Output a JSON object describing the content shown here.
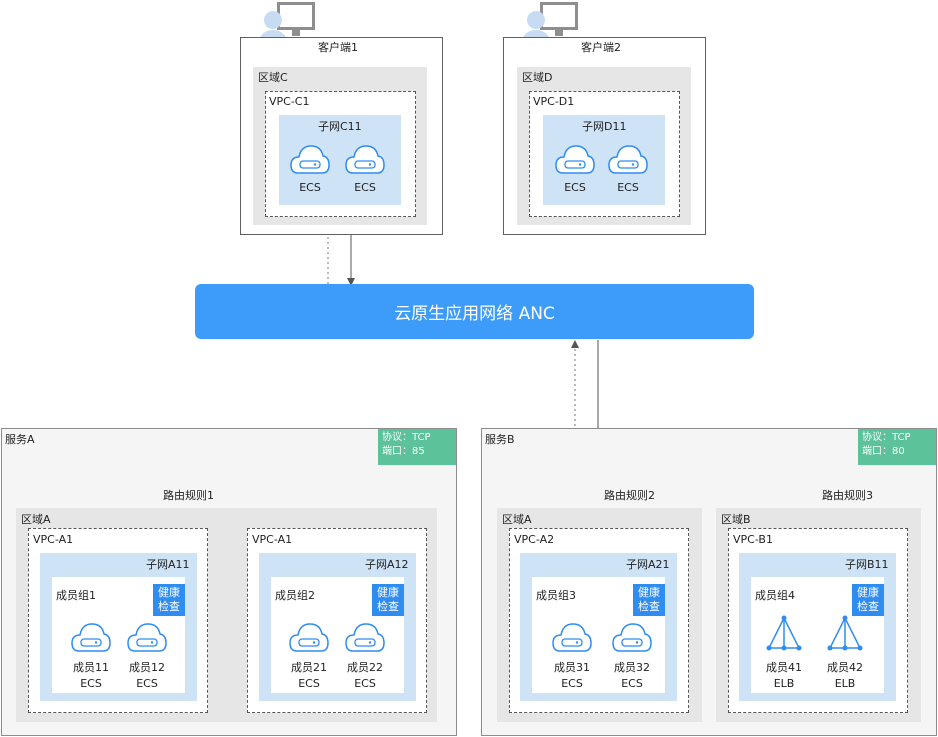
{
  "clients": [
    {
      "title": "客户端1",
      "region": "区域C",
      "vpc": "VPC-C1",
      "subnet": "子网C11",
      "ecs": [
        "ECS",
        "ECS"
      ]
    },
    {
      "title": "客户端2",
      "region": "区域D",
      "vpc": "VPC-D1",
      "subnet": "子网D11",
      "ecs": [
        "ECS",
        "ECS"
      ]
    }
  ],
  "anc": {
    "label": "云原生应用网络 ANC"
  },
  "services": [
    {
      "title": "服务A",
      "proto": {
        "protocol": "协议：TCP",
        "port": "端口：85"
      },
      "route": "路由规则1",
      "region": "区域A",
      "vpcs": [
        {
          "name": "VPC-A1",
          "subnet": "子网A11",
          "group": "成员组1",
          "health": [
            "健康",
            "检查"
          ],
          "members": [
            {
              "name": "成员11",
              "type": "ECS"
            },
            {
              "name": "成员12",
              "type": "ECS"
            }
          ]
        },
        {
          "name": "VPC-A1",
          "subnet": "子网A12",
          "group": "成员组2",
          "health": [
            "健康",
            "检查"
          ],
          "members": [
            {
              "name": "成员21",
              "type": "ECS"
            },
            {
              "name": "成员22",
              "type": "ECS"
            }
          ]
        }
      ]
    },
    {
      "title": "服务B",
      "proto": {
        "protocol": "协议：TCP",
        "port": "端口：80"
      },
      "routes": [
        "路由规则2",
        "路由规则3"
      ],
      "regions": [
        "区域A",
        "区域B"
      ],
      "vpcs": [
        {
          "name": "VPC-A2",
          "subnet": "子网A21",
          "group": "成员组3",
          "health": [
            "健康",
            "检查"
          ],
          "members": [
            {
              "name": "成员31",
              "type": "ECS"
            },
            {
              "name": "成员32",
              "type": "ECS"
            }
          ]
        },
        {
          "name": "VPC-B1",
          "subnet": "子网B11",
          "group": "成员组4",
          "health": [
            "健康",
            "检查"
          ],
          "members": [
            {
              "name": "成员41",
              "type": "ELB"
            },
            {
              "name": "成员42",
              "type": "ELB"
            }
          ]
        }
      ]
    }
  ],
  "colors": {
    "anc": "#3d9cfa",
    "subnet": "#cfe3f7",
    "region": "#e6e6e6",
    "health": "#2f8cf0",
    "protocol": "#5cc29a",
    "icon": "#2f8cf0"
  },
  "icons": {
    "client": "user-computer-icon",
    "ecs": "cloud-server-icon",
    "elb": "load-balancer-icon"
  }
}
